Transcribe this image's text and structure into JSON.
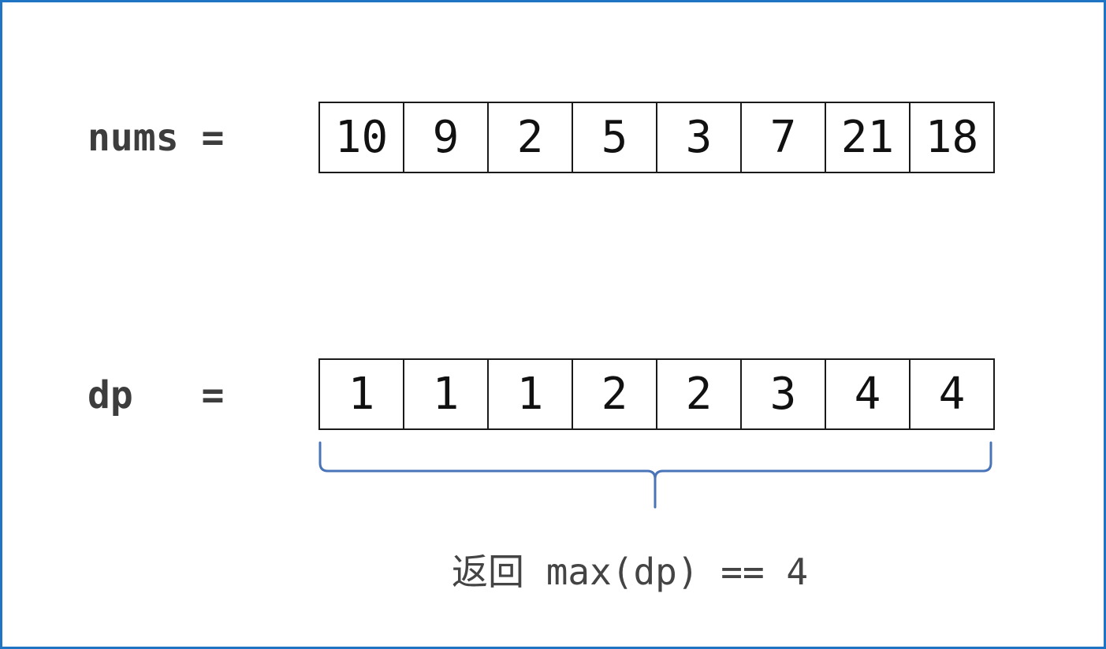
{
  "labels": {
    "nums": "nums =",
    "dp": "dp   ="
  },
  "nums": [
    "10",
    "9",
    "2",
    "5",
    "3",
    "7",
    "21",
    "18"
  ],
  "dp": [
    "1",
    "1",
    "1",
    "2",
    "2",
    "3",
    "4",
    "4"
  ],
  "result": "返回 max(dp) == 4",
  "colors": {
    "frame": "#1f75c4",
    "brace": "#4a74b8",
    "label_text": "#3d3d3d",
    "cell_border": "#1a1a1a"
  }
}
